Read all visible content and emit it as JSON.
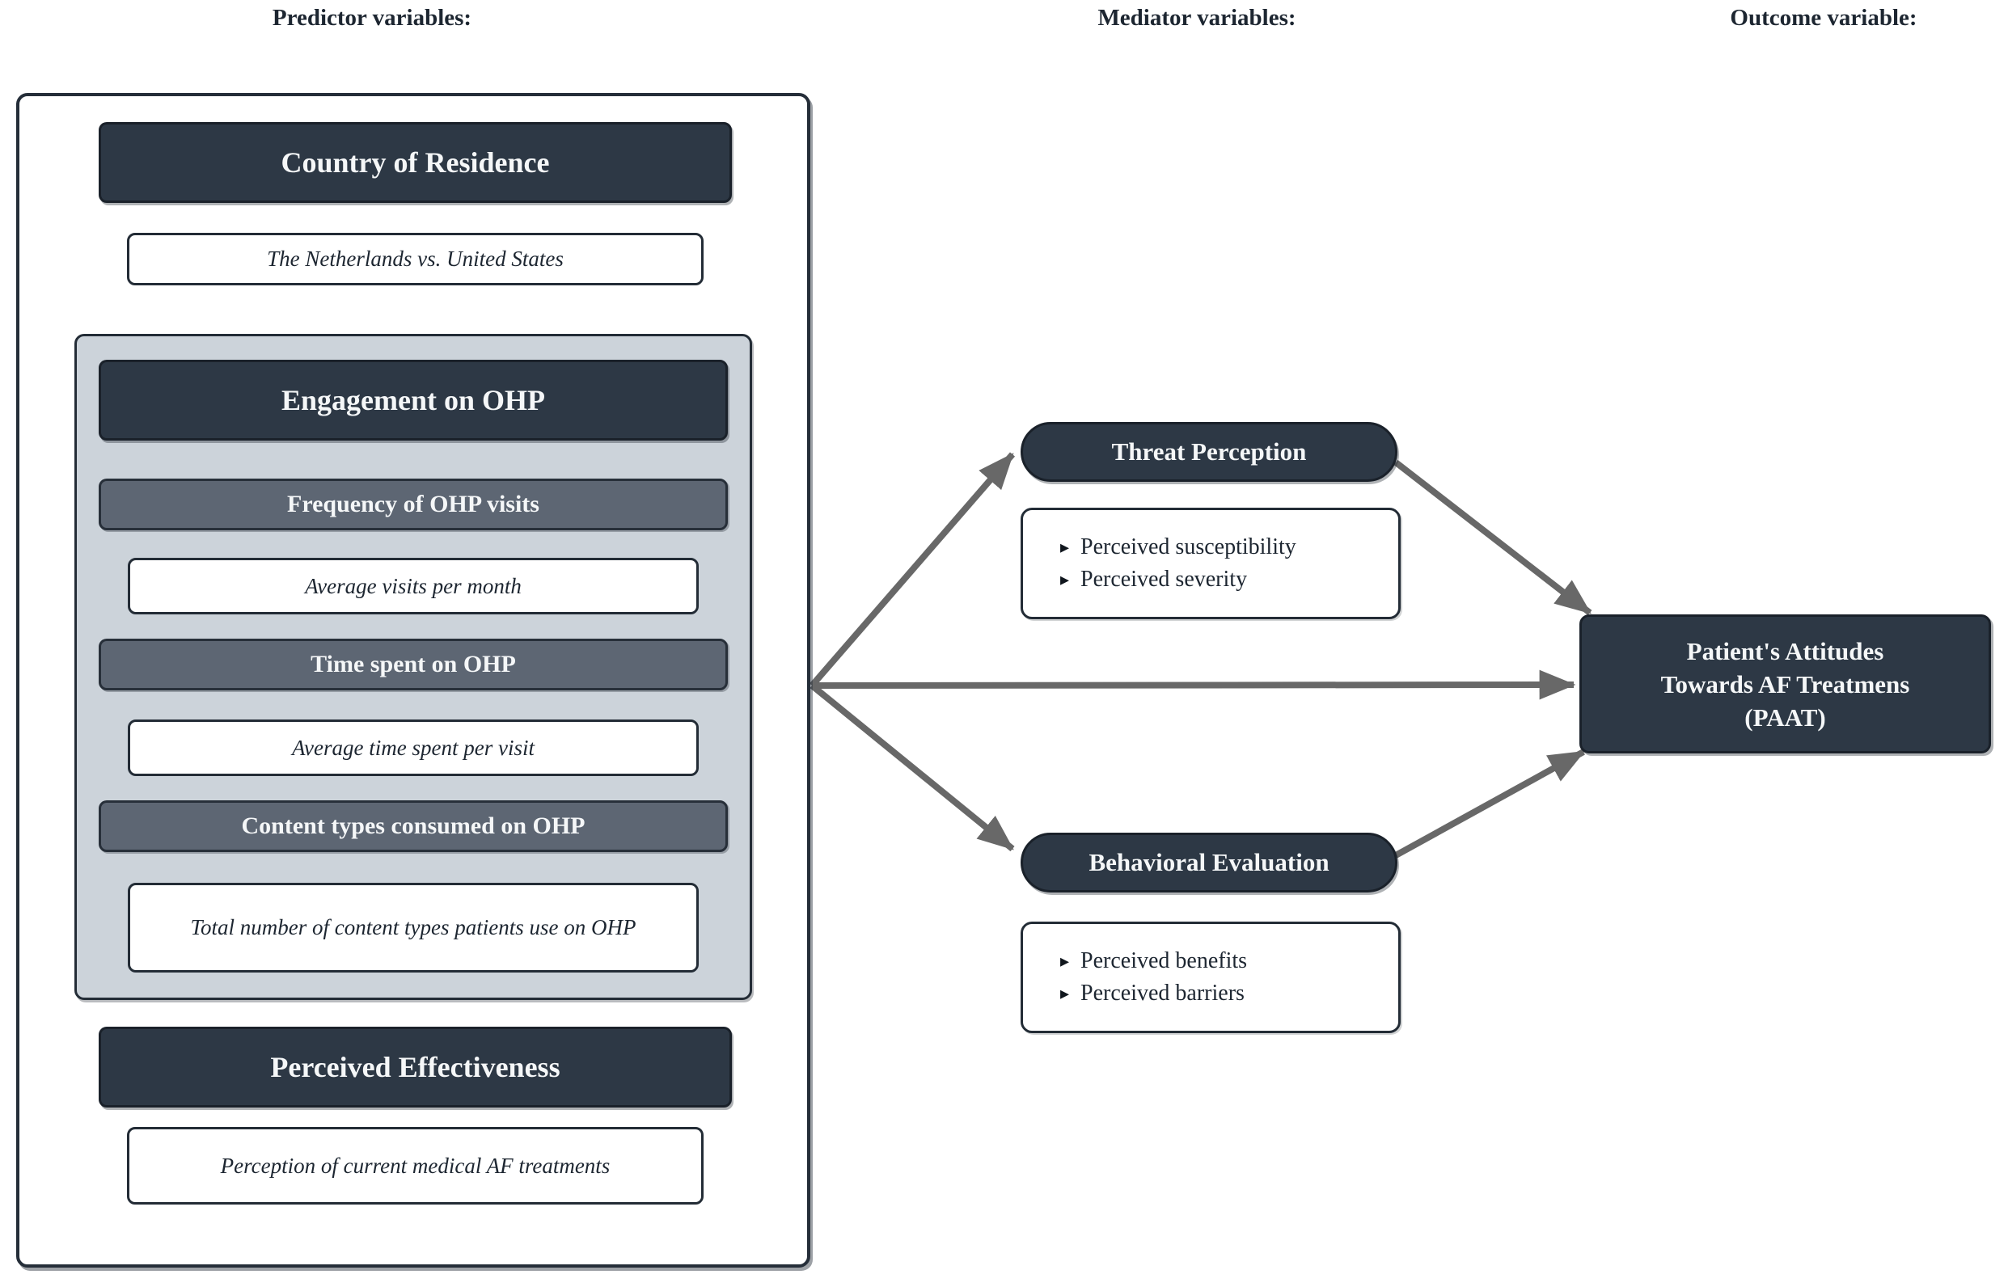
{
  "headers": {
    "predictor": "Predictor variables:",
    "mediator": "Mediator variables:",
    "outcome": "Outcome variable:"
  },
  "predictor": {
    "country": {
      "title": "Country of Residence",
      "detail": "The Netherlands vs. United States"
    },
    "engagement": {
      "title": "Engagement on OHP",
      "items": [
        {
          "label": "Frequency of OHP visits",
          "detail": "Average visits per month"
        },
        {
          "label": "Time spent on OHP",
          "detail": "Average time spent per visit"
        },
        {
          "label": "Content types consumed on OHP",
          "detail": "Total number of content types patients use on OHP"
        }
      ]
    },
    "effectiveness": {
      "title": "Perceived Effectiveness",
      "detail": "Perception of current medical AF treatments"
    }
  },
  "mediators": [
    {
      "title": "Threat Perception",
      "bullets": [
        "Perceived susceptibility",
        "Perceived severity"
      ]
    },
    {
      "title": "Behavioral Evaluation",
      "bullets": [
        "Perceived benefits",
        "Perceived barriers"
      ]
    }
  ],
  "outcome": {
    "lines": [
      "Patient's Attitudes",
      "Towards AF Treatmens",
      "(PAAT)"
    ]
  },
  "bullet_glyph": "▸",
  "colors": {
    "dark_navy": "#2d3845",
    "medium_gray": "#5d6673",
    "light_panel": "#ccd3da",
    "arrow_gray": "#686868",
    "text_dark": "#1d2631",
    "text_light": "#f5f7f8"
  }
}
